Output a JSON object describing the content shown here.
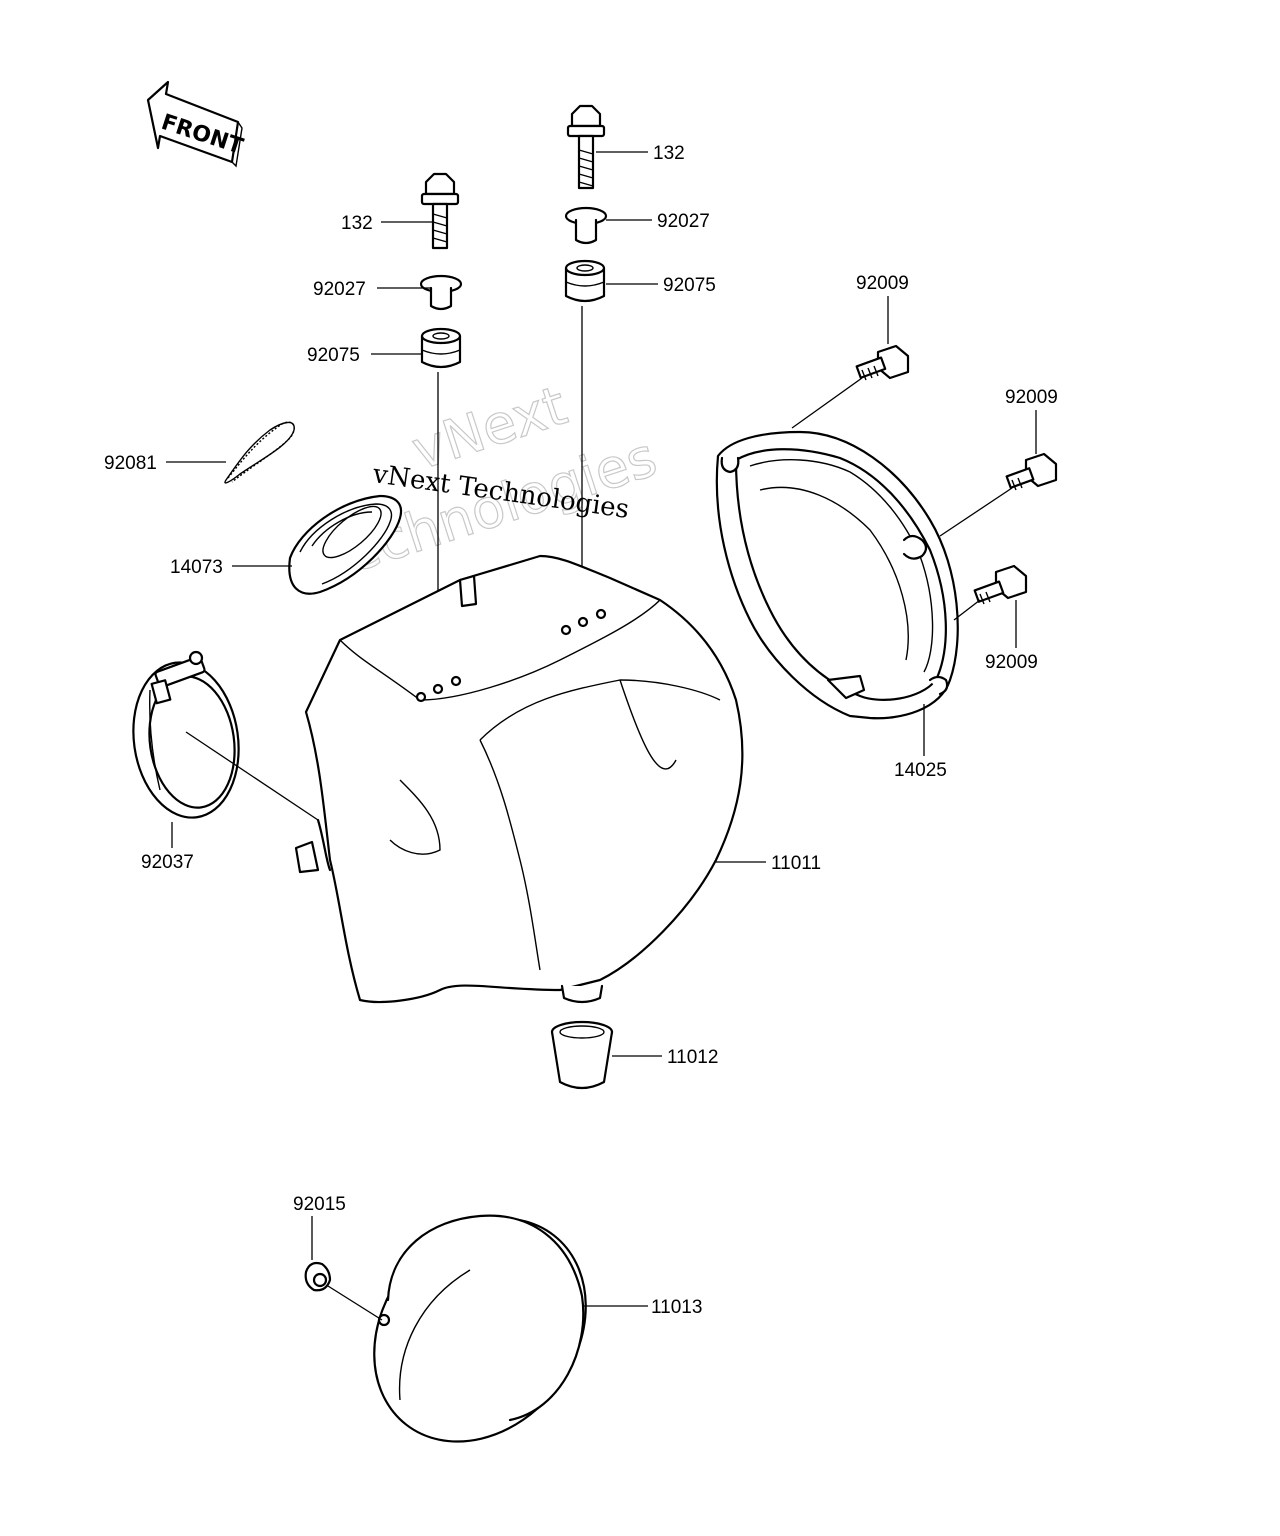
{
  "diagram": {
    "front_label": "FRONT",
    "watermark": "vNext Technologies",
    "watermark_ghost_1": "vNext",
    "watermark_ghost_2": "Technologies",
    "parts": [
      {
        "id": "132",
        "label": "132"
      },
      {
        "id": "132",
        "label": "132"
      },
      {
        "id": "92027",
        "label": "92027"
      },
      {
        "id": "92027",
        "label": "92027"
      },
      {
        "id": "92075",
        "label": "92075"
      },
      {
        "id": "92075",
        "label": "92075"
      },
      {
        "id": "92009",
        "label": "92009"
      },
      {
        "id": "92009",
        "label": "92009"
      },
      {
        "id": "92009",
        "label": "92009"
      },
      {
        "id": "92081",
        "label": "92081"
      },
      {
        "id": "14073",
        "label": "14073"
      },
      {
        "id": "14025",
        "label": "14025"
      },
      {
        "id": "92037",
        "label": "92037"
      },
      {
        "id": "11011",
        "label": "11011"
      },
      {
        "id": "11012",
        "label": "11012"
      },
      {
        "id": "92015",
        "label": "92015"
      },
      {
        "id": "11013",
        "label": "11013"
      }
    ]
  }
}
